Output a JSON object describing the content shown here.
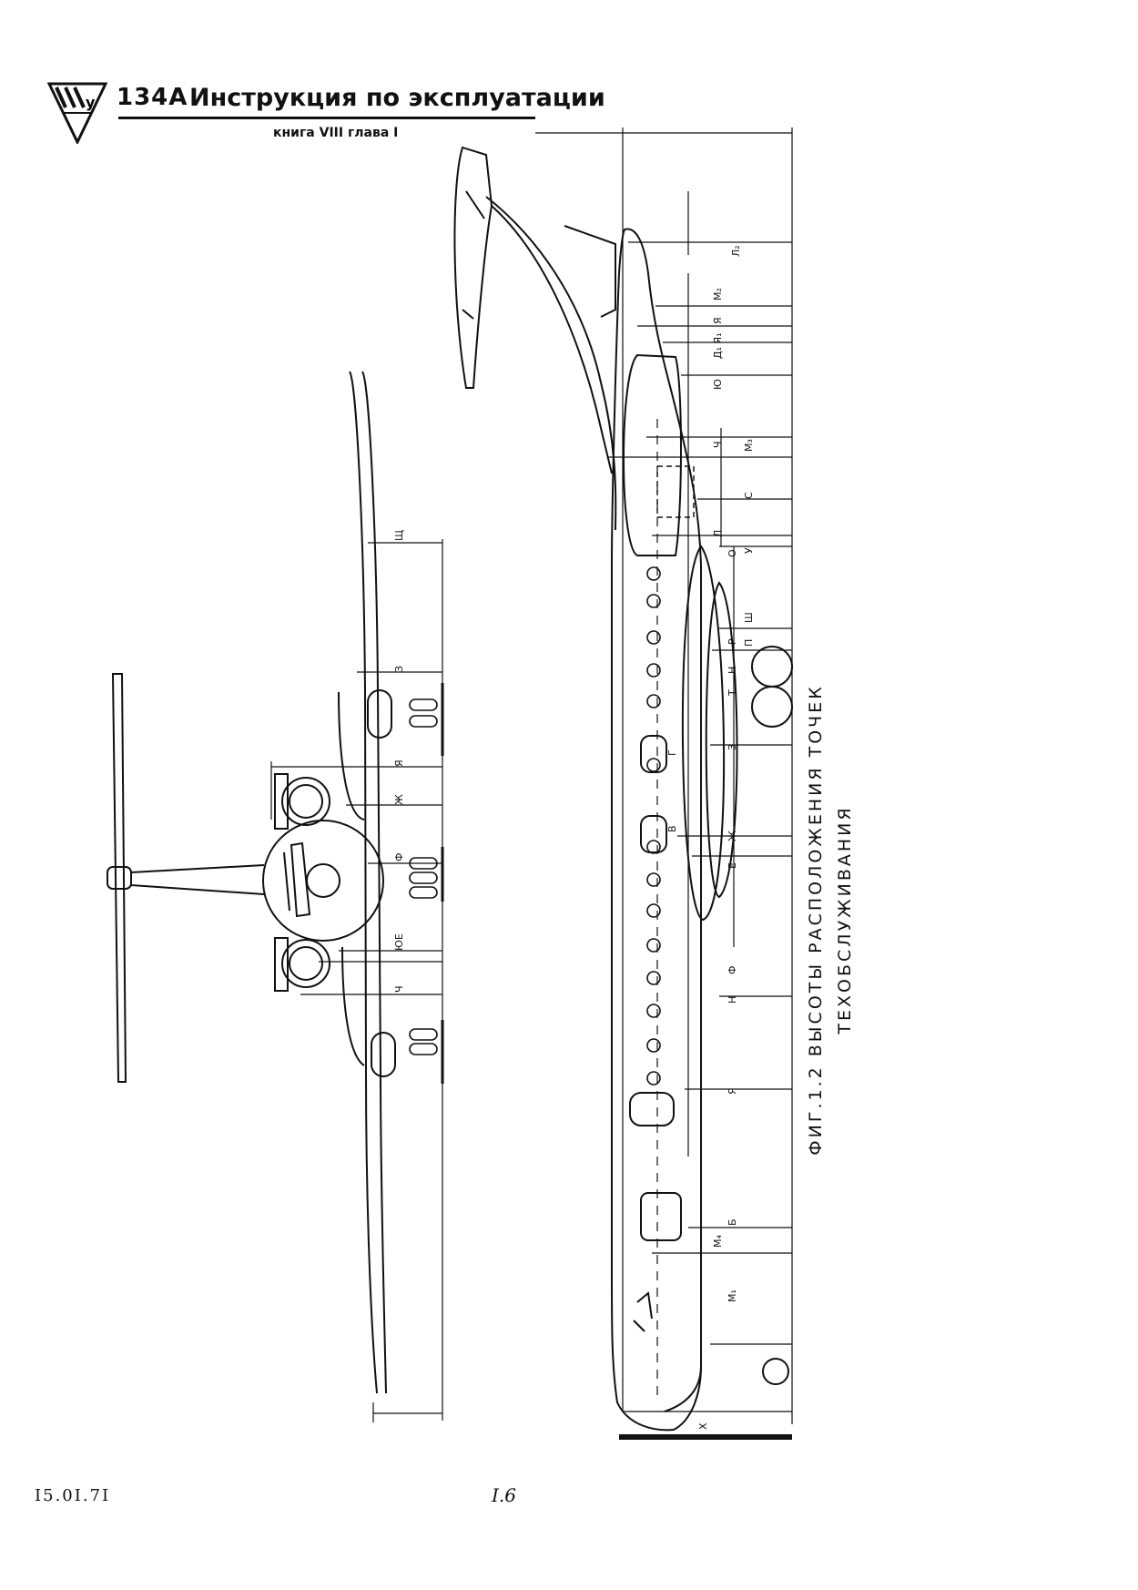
{
  "header": {
    "model": "134А",
    "title": "Инструкция по эксплуатации",
    "subtitle": "книга VIII глава I"
  },
  "figure": {
    "caption_line1": "ФИГ.1.2 ВЫСОТЫ РАСПОЛОЖЕНИЯ ТОЧЕК",
    "caption_line2": "ТЕХОБСЛУЖИВАНИЯ",
    "front_view_labels": [
      "Щ",
      "З",
      "Я",
      "Ж",
      "Ф",
      "Ю",
      "Е",
      "Ч"
    ],
    "side_view_labels": [
      "Л₂",
      "М₂",
      "Я",
      "Д₁",
      "Я₁",
      "Ю",
      "Ч",
      "М₃",
      "С",
      "Л",
      "О",
      "У",
      "Ш",
      "П",
      "Р",
      "Н",
      "Т",
      "З",
      "Г",
      "Ж",
      "Е",
      "В",
      "Ф",
      "Н",
      "Я",
      "Б",
      "М₄",
      "М₁",
      "Х"
    ]
  },
  "footer": {
    "date": "I5.0I.7I",
    "page": "I.6"
  }
}
